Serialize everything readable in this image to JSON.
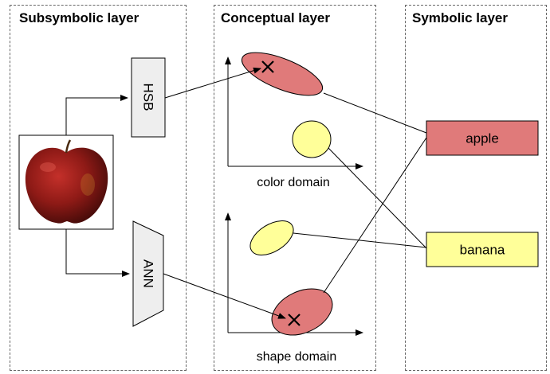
{
  "panels": {
    "subsymbolic": {
      "title": "Subsymbolic layer"
    },
    "conceptual": {
      "title": "Conceptual layer"
    },
    "symbolic": {
      "title": "Symbolic layer"
    }
  },
  "modules": {
    "hsb": "HSB",
    "ann": "ANN"
  },
  "domains": {
    "color": "color domain",
    "shape": "shape domain"
  },
  "symbols": {
    "apple": "apple",
    "banana": "banana"
  },
  "colors": {
    "apple_fill": "#e07a7a",
    "banana_fill": "#ffff99",
    "module_fill": "#eeeeee",
    "line": "#000000"
  },
  "icons": {
    "input_image": "red-apple-photo",
    "marker": "x-mark-icon"
  }
}
